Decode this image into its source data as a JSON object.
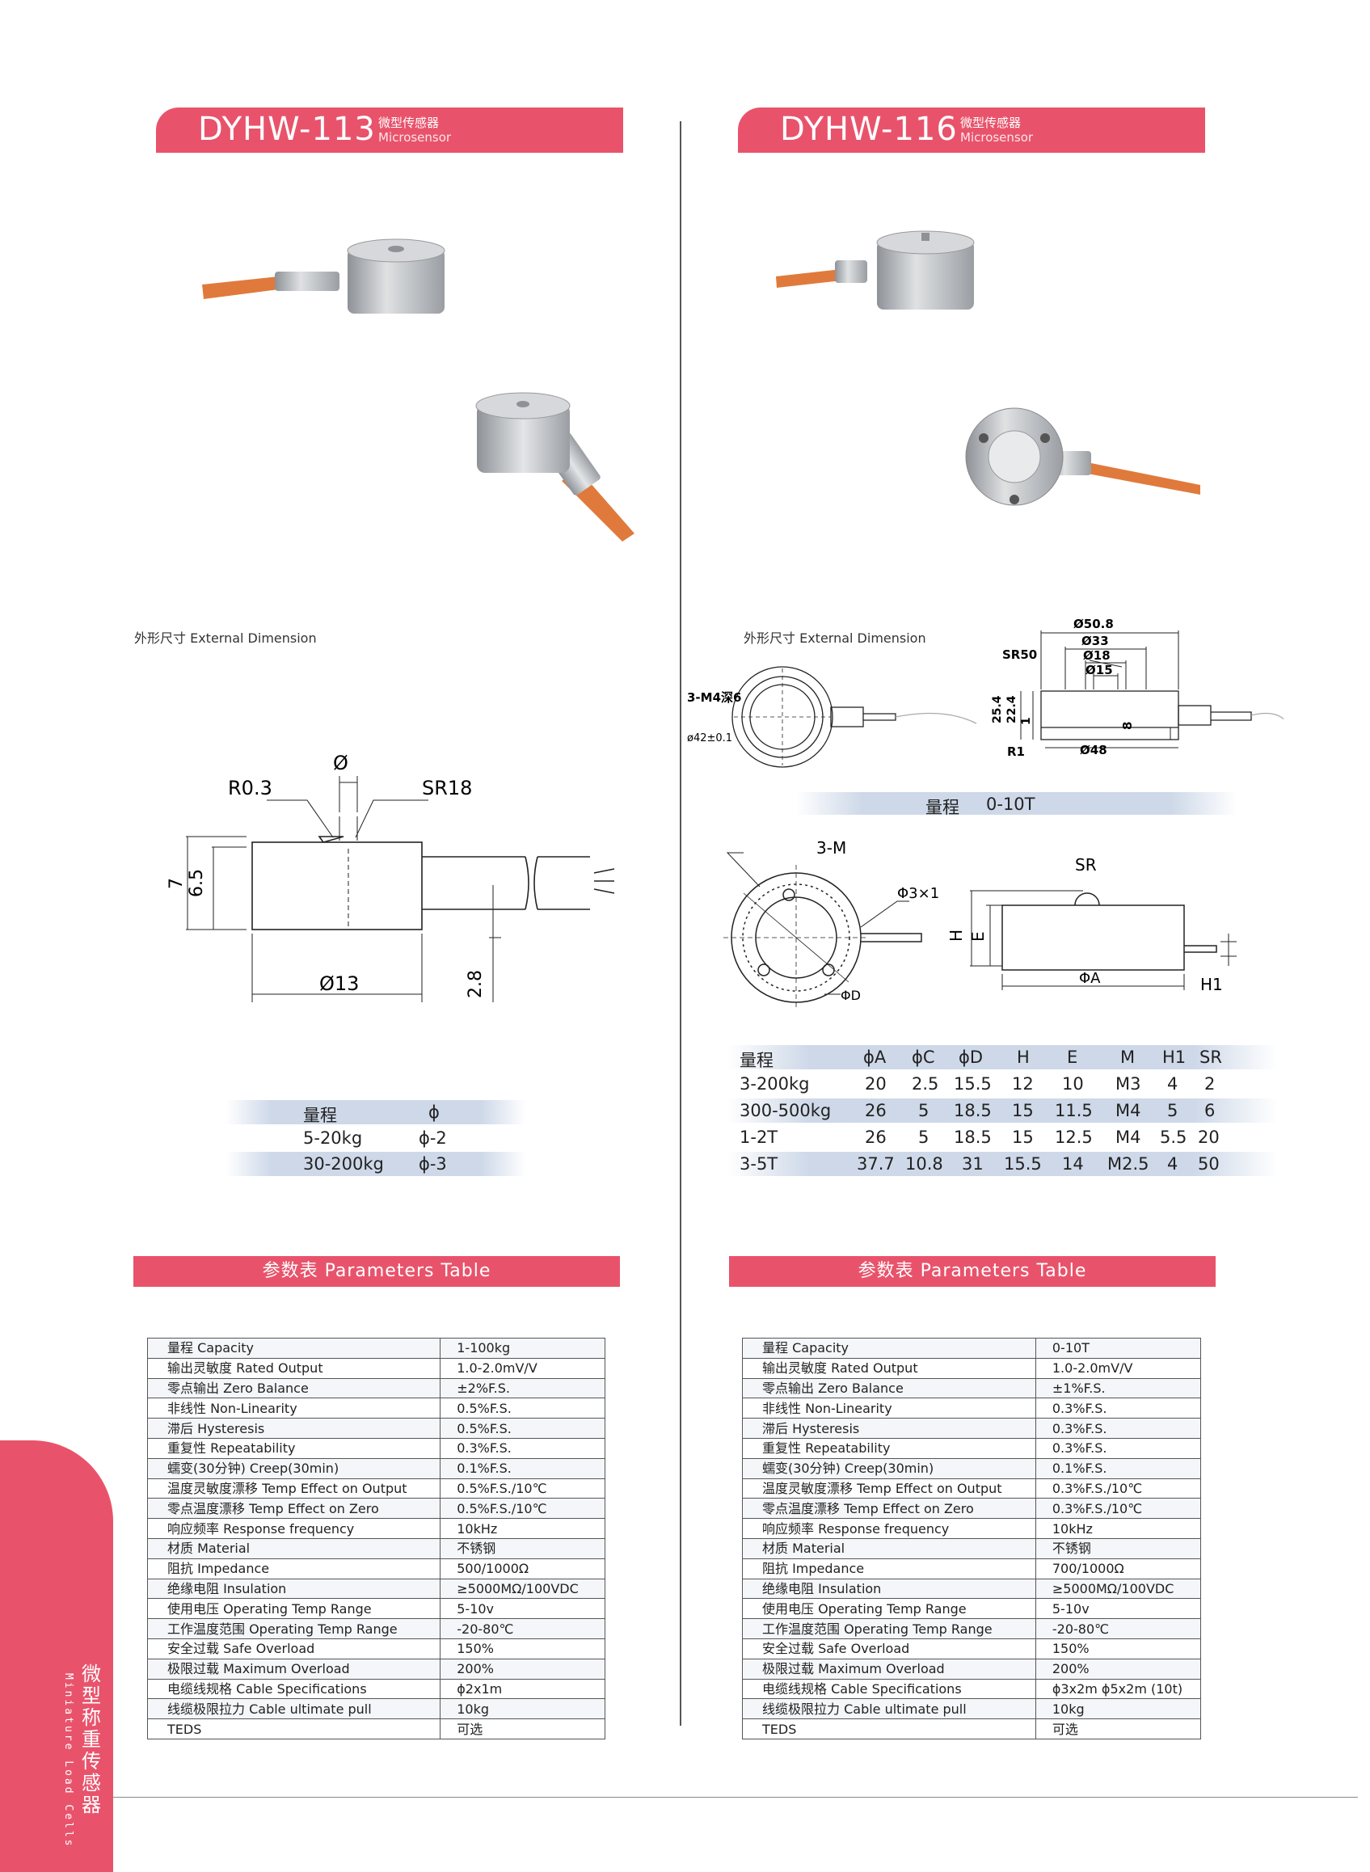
{
  "products": [
    {
      "model": "DYHW-113",
      "type_cn": "微型传感器",
      "type_en": "Microsensor"
    },
    {
      "model": "DYHW-116",
      "type_cn": "微型传感器",
      "type_en": "Microsensor"
    }
  ],
  "dimension_label": "外形尺寸 External Dimension",
  "left_drawing": {
    "r_label": "R0.3",
    "phi": "Ø",
    "sr": "SR18",
    "h7": "7",
    "h65": "6.5",
    "d13": "Ø13",
    "d28": "2.8"
  },
  "right_top_drawing": {
    "m4": "3-M4深6",
    "d42": "ø42±0.1",
    "d508": "Ø50.8",
    "d33": "Ø33",
    "d18": "Ø18",
    "d15": "Ø15",
    "sr50": "SR50",
    "h254": "25.4",
    "h224": "22.4",
    "h1": "1",
    "h8": "8",
    "r1": "R1",
    "d48": "Ø48"
  },
  "range_caption": {
    "label": "量程",
    "value": "0-10T"
  },
  "right_mid_drawing": {
    "m": "3-M",
    "phi3": "Φ3×1",
    "sr": "SR",
    "h": "H",
    "e": "E",
    "phia": "ΦA",
    "h1": "H1",
    "phid": "ΦD"
  },
  "left_range_table": {
    "headers": [
      "量程",
      "ϕ"
    ],
    "rows": [
      [
        "5-20kg",
        "ϕ-2"
      ],
      [
        "30-200kg",
        "ϕ-3"
      ]
    ]
  },
  "right_range_table": {
    "headers": [
      "量程",
      "ϕA",
      "ϕC",
      "ϕD",
      "H",
      "E",
      "M",
      "H1",
      "SR"
    ],
    "rows": [
      [
        "3-200kg",
        "20",
        "2.5",
        "15.5",
        "12",
        "10",
        "M3",
        "4",
        "2"
      ],
      [
        "300-500kg",
        "26",
        "5",
        "18.5",
        "15",
        "11.5",
        "M4",
        "5",
        "6"
      ],
      [
        "1-2T",
        "26",
        "5",
        "18.5",
        "15",
        "12.5",
        "M4",
        "5.5",
        "20"
      ],
      [
        "3-5T",
        "37.7",
        "10.8",
        "31",
        "15.5",
        "14",
        "M2.5",
        "4",
        "50"
      ]
    ]
  },
  "params_title": "参数表  Parameters Table",
  "params_left": [
    [
      "量程 Capacity",
      "1-100kg"
    ],
    [
      "输出灵敏度 Rated Output",
      "1.0-2.0mV/V"
    ],
    [
      "零点输出 Zero Balance",
      "±2%F.S."
    ],
    [
      "非线性 Non-Linearity",
      "0.5%F.S."
    ],
    [
      "滞后 Hysteresis",
      "0.5%F.S."
    ],
    [
      "重复性 Repeatability",
      "0.3%F.S."
    ],
    [
      "蠕变(30分钟) Creep(30min)",
      "0.1%F.S."
    ],
    [
      "温度灵敏度漂移 Temp Effect on Output",
      "0.5%F.S./10℃"
    ],
    [
      "零点温度漂移 Temp Effect on Zero",
      "0.5%F.S./10℃"
    ],
    [
      "响应频率 Response frequency",
      "10kHz"
    ],
    [
      "材质 Material",
      "不锈钢"
    ],
    [
      "阻抗 Impedance",
      "500/1000Ω"
    ],
    [
      "绝缘电阻 Insulation",
      "≥5000MΩ/100VDC"
    ],
    [
      "使用电压 Operating Temp Range",
      "5-10v"
    ],
    [
      "工作温度范围 Operating Temp Range",
      "-20-80℃"
    ],
    [
      "安全过载 Safe Overload",
      "150%"
    ],
    [
      "极限过载 Maximum Overload",
      "200%"
    ],
    [
      "电缆线规格 Cable Specifications",
      "ϕ2x1m"
    ],
    [
      "线缆极限拉力 Cable ultimate pull",
      "10kg"
    ],
    [
      "TEDS",
      "可选"
    ]
  ],
  "params_right": [
    [
      "量程 Capacity",
      "0-10T"
    ],
    [
      "输出灵敏度 Rated Output",
      "1.0-2.0mV/V"
    ],
    [
      "零点输出 Zero Balance",
      "±1%F.S."
    ],
    [
      "非线性 Non-Linearity",
      "0.3%F.S."
    ],
    [
      "滞后 Hysteresis",
      "0.3%F.S."
    ],
    [
      "重复性 Repeatability",
      "0.3%F.S."
    ],
    [
      "蠕变(30分钟) Creep(30min)",
      "0.1%F.S."
    ],
    [
      "温度灵敏度漂移 Temp Effect on Output",
      "0.3%F.S./10℃"
    ],
    [
      "零点温度漂移 Temp Effect on Zero",
      "0.3%F.S./10℃"
    ],
    [
      "响应频率 Response frequency",
      "10kHz"
    ],
    [
      "材质 Material",
      "不锈钢"
    ],
    [
      "阻抗 Impedance",
      "700/1000Ω"
    ],
    [
      "绝缘电阻 Insulation",
      "≥5000MΩ/100VDC"
    ],
    [
      "使用电压 Operating Temp Range",
      "5-10v"
    ],
    [
      "工作温度范围 Operating Temp Range",
      "-20-80℃"
    ],
    [
      "安全过载 Safe Overload",
      "150%"
    ],
    [
      "极限过载 Maximum Overload",
      "200%"
    ],
    [
      "电缆线规格 Cable Specifications",
      "ϕ3x2m ϕ5x2m (10t)"
    ],
    [
      "线缆极限拉力 Cable ultimate pull",
      "10kg"
    ],
    [
      "TEDS",
      "可选"
    ]
  ],
  "side_tab": {
    "cn": "微型称重传感器",
    "en": "Miniature Load Cells"
  },
  "colors": {
    "accent": "#e8536b",
    "stripe": "#c8d4e6",
    "steel": "#b9bcc0",
    "cable": "#e07a3c"
  }
}
